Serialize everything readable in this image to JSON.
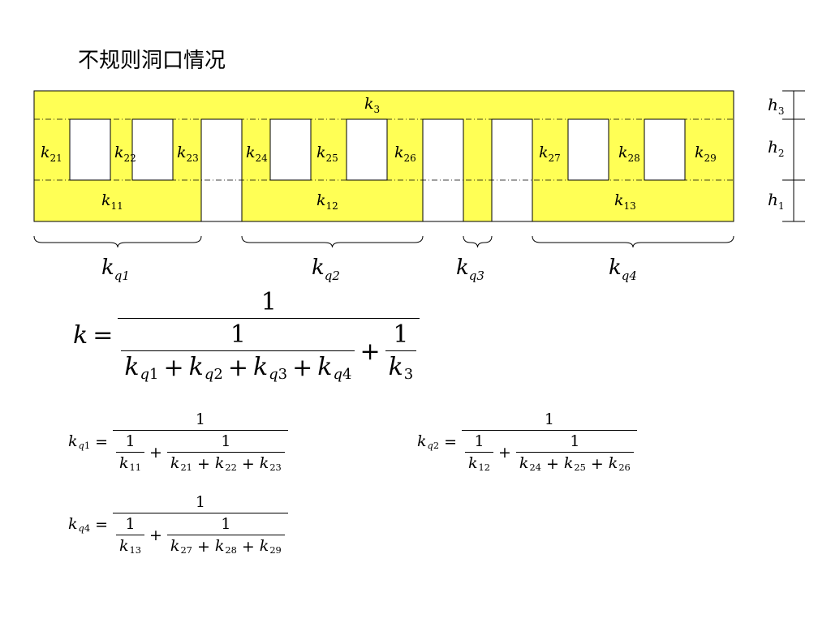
{
  "title": "不规则洞口情况",
  "colors": {
    "wall": "#ffff55",
    "opening": "#ffffff",
    "line": "#000000"
  },
  "wall": {
    "k3": {
      "base": "k",
      "sub": "3"
    },
    "row2": [
      {
        "base": "k",
        "sub": "21"
      },
      {
        "base": "k",
        "sub": "22"
      },
      {
        "base": "k",
        "sub": "23"
      },
      {
        "base": "k",
        "sub": "24"
      },
      {
        "base": "k",
        "sub": "25"
      },
      {
        "base": "k",
        "sub": "26"
      },
      {
        "base": "k",
        "sub": "27"
      },
      {
        "base": "k",
        "sub": "28"
      },
      {
        "base": "k",
        "sub": "29"
      }
    ],
    "row1": [
      {
        "base": "k",
        "sub": "11"
      },
      {
        "base": "k",
        "sub": "12"
      },
      {
        "base": "k",
        "sub": "13"
      }
    ],
    "heights": [
      {
        "base": "h",
        "sub": "3"
      },
      {
        "base": "h",
        "sub": "2"
      },
      {
        "base": "h",
        "sub": "1"
      }
    ]
  },
  "segments": [
    {
      "base": "k",
      "sub": "q1"
    },
    {
      "base": "k",
      "sub": "q2"
    },
    {
      "base": "k",
      "sub": "q3"
    },
    {
      "base": "k",
      "sub": "q4"
    }
  ],
  "formulas": {
    "main": {
      "lhs": "k",
      "eq": "=",
      "one": "1",
      "plus": "+",
      "terms": [
        "q1",
        "q2",
        "q3",
        "q4"
      ],
      "last": "3"
    },
    "kq1": {
      "lhs": "q1",
      "one": "1",
      "inv": "11",
      "sum": [
        "21",
        "22",
        "23"
      ]
    },
    "kq2": {
      "lhs": "q2",
      "one": "1",
      "inv": "12",
      "sum": [
        "24",
        "25",
        "26"
      ]
    },
    "kq4": {
      "lhs": "q4",
      "one": "1",
      "inv": "13",
      "sum": [
        "27",
        "28",
        "29"
      ]
    }
  }
}
